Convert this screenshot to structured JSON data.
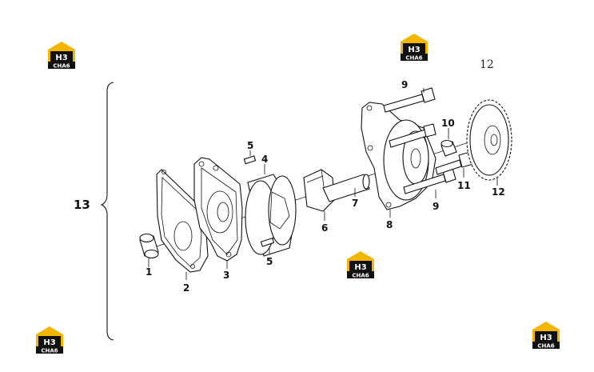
{
  "diagram": {
    "watermark_logo": {
      "lines": [
        "H3",
        "CHA6"
      ],
      "colors": {
        "roof": "#f2b600",
        "box": "#111111",
        "text": "#ffffff"
      }
    },
    "top_right_label": "12",
    "assembly_label": "13",
    "callouts": [
      {
        "id": "1",
        "part": "bushing"
      },
      {
        "id": "2",
        "part": "gasket"
      },
      {
        "id": "3",
        "part": "pump-body"
      },
      {
        "id": "4",
        "part": "outer-rotor"
      },
      {
        "id": "5",
        "part": "dowel-pin"
      },
      {
        "id": "5",
        "part": "dowel-pin"
      },
      {
        "id": "6",
        "part": "inner-rotor"
      },
      {
        "id": "7",
        "part": "shaft"
      },
      {
        "id": "8",
        "part": "pump-cover"
      },
      {
        "id": "9",
        "part": "bolt"
      },
      {
        "id": "9",
        "part": "bolt"
      },
      {
        "id": "10",
        "part": "bushing"
      },
      {
        "id": "11",
        "part": "bolt"
      },
      {
        "id": "12",
        "part": "drive-gear"
      }
    ]
  }
}
